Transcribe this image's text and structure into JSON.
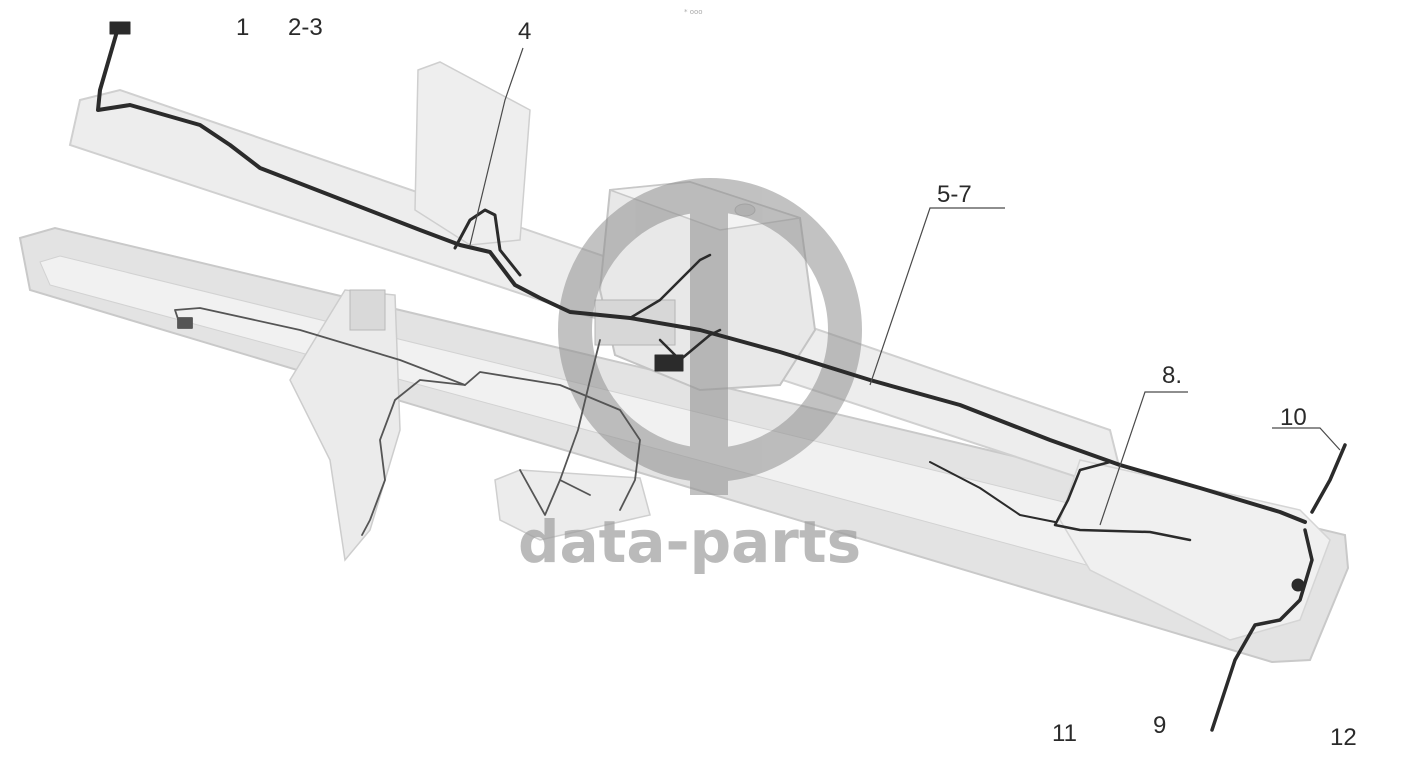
{
  "watermark": {
    "text": "data-parts",
    "color": "#9e9e9e"
  },
  "callouts": {
    "c1": "1",
    "c2_3": "2-3",
    "c4": "4",
    "c5_7": "5-7",
    "c8": "8.",
    "c9": "9",
    "c10": "10",
    "c11": "11",
    "c12": "12"
  },
  "colors": {
    "frame": "#d9d9d9",
    "harness": "#2b2b2b",
    "thin_wire": "#555555",
    "tank": "#e6e6e6"
  }
}
